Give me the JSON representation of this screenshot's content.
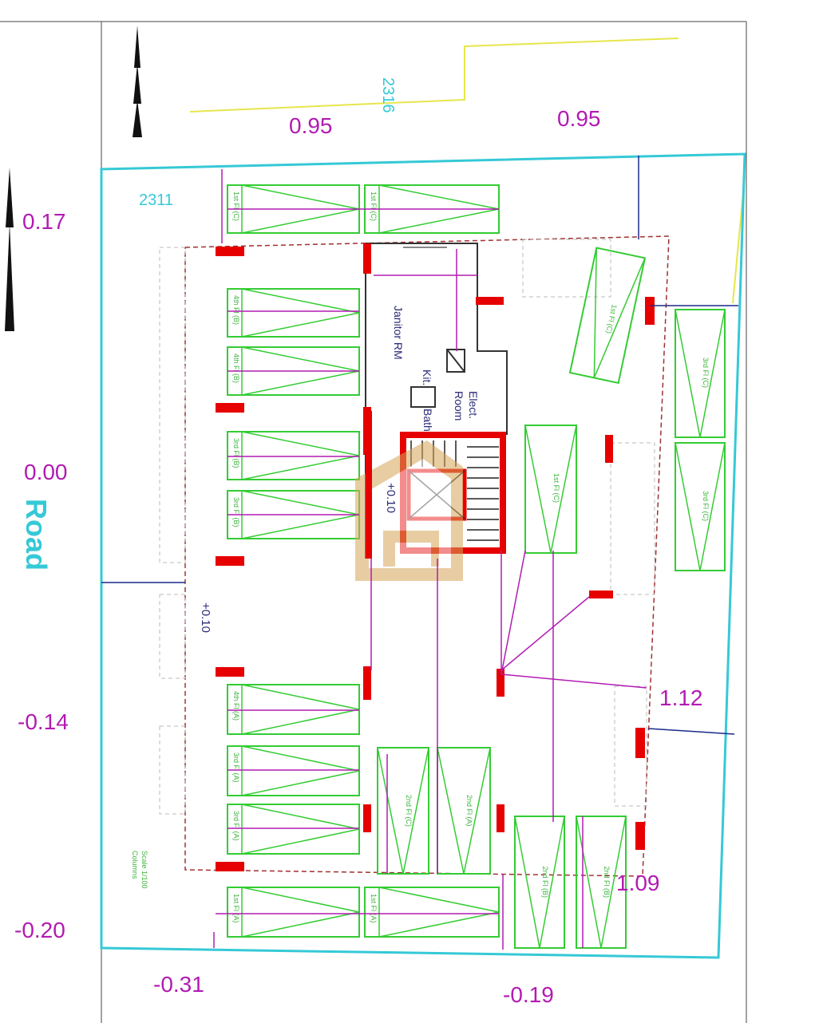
{
  "levels": {
    "top_left": "0.95",
    "top_right": "0.95",
    "left_upper": "0.17",
    "left_middle": "0.00",
    "left_lower": "-0.14",
    "left_bottom": "-0.20",
    "bottom_left": "-0.31",
    "bottom_mid": "-0.19",
    "right_mid": "1.12",
    "right_lower": "1.09"
  },
  "plot_numbers": {
    "north": "2316",
    "west": "2311"
  },
  "road_label": "Road",
  "rooms": {
    "janitor": "Janitor RM",
    "kit": "Kit.",
    "bath": "Bath",
    "elec_line1": "Elect.",
    "elec_line2": "Room"
  },
  "spot_levels": {
    "stair": "+0.10",
    "entry": "+0.10"
  },
  "scale_note": {
    "line1": "Scale 1/100",
    "line2": "Columns"
  },
  "parking_labels": {
    "top1": "1st Fl (C)",
    "top2": "1st Fl (C)",
    "l1": "4th Fl (B)",
    "l2": "4th Fl (B)",
    "l3": "3rd Fl (B)",
    "l4": "3rd Fl (B)",
    "l5": "4th Fl (A)",
    "l6": "3rd Fl (A)",
    "l7": "3rd Fl (A)",
    "b1": "1st Fl (A)",
    "b2": "1st Fl (A)",
    "c1": "2nd Fl (C)",
    "c2": "2nd Fl (A)",
    "r1": "2nd Fl (B)",
    "r2": "2nd Fl (B)",
    "m1": "1st Fl (C)",
    "t1": "1st Fl (C)",
    "e1": "3rd Fl (C)",
    "e2": "3rd Fl (C)"
  },
  "colors": {
    "boundary": "#35c9d6",
    "parking": "#33cc33",
    "columns": "#e60000",
    "dimensions": "#b21bb2",
    "building_outline": "#a03030",
    "neighbor": "#e6e64d"
  }
}
